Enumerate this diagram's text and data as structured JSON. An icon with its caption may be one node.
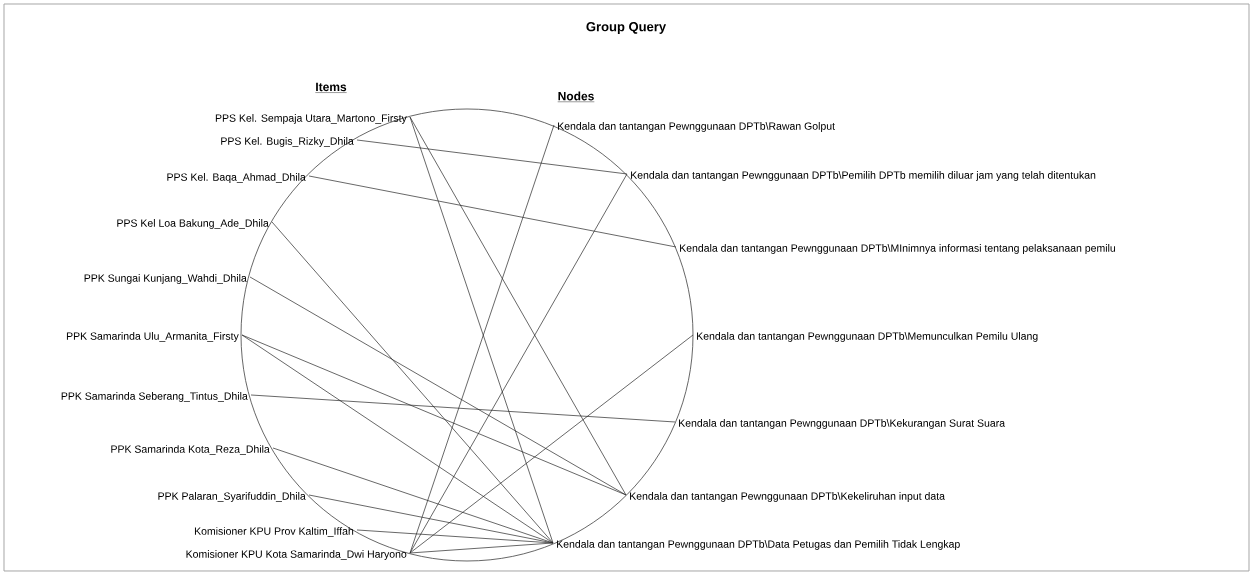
{
  "diagram": {
    "title": "Group Query",
    "nodes": [
      {
        "text": [
          "PPS Kel. Sempaja Utara_Martono_Firsty"
        ]
      },
      {
        "text": [
          "PPS Kel. Bugis_Rizky_Dhila"
        ]
      },
      {
        "text": [
          "PPS Kel. Baqa_Ahmad_Dhila"
        ]
      },
      {
        "text": [
          "PPS Kel Loa Bakung_Ade_Dhila"
        ]
      },
      {
        "text": [
          "PPK Sungai Kunjang_Wahdi_Dhila"
        ]
      },
      {
        "text": [
          "PPK Samarinda Ulu_Armanita_Firsty"
        ]
      },
      {
        "text": [
          "PPK Samarinda Seberang_Tintus_Dhila"
        ]
      },
      {
        "text": [
          "PPK Samarinda Kota_Reza_Dhila"
        ]
      },
      {
        "text": [
          "PPK Palaran_Syarifuddin_Dhila"
        ]
      },
      {
        "text": [
          "Komisioner KPU Prov Kaltim_Iffah"
        ]
      },
      {
        "text": [
          "Komisioner KPU Kota Samarinda_Dwi Haryono"
        ]
      },
      {
        "text": [
          "Kendala dan tantangan Pewnggunaan DPTb\\Rawan Golput"
        ]
      },
      {
        "text": [
          "Kendala dan tantangan Pewnggunaan DPTb\\Pemilih DPTb memilih diluar jam yang telah ditentukan"
        ]
      },
      {
        "text": [
          "Kendala dan tantangan Pewnggunaan DPTb\\MInimnya informasi tentang pelaksanaan pemilu"
        ]
      },
      {
        "text": [
          "Kendala dan tantangan Pewnggunaan DPTb\\Memunculkan Pemilu Ulang"
        ]
      },
      {
        "text": [
          "Kendala dan tantangan Pewnggunaan DPTb\\Kekurangan Surat Suara"
        ]
      },
      {
        "text": [
          "Kendala dan tantangan Pewnggunaan DPTb\\Kekeliruhan input data"
        ]
      },
      {
        "text": [
          "Kendala dan tantangan Pewnggunaan DPTb\\Data Petugas dan Pemilih Tidak Lengkap"
        ]
      }
    ],
    "edges": [
      {
        "from": 0,
        "to": 17,
        "arrow": "none"
      },
      {
        "from": 0,
        "to": 16,
        "arrow": "none"
      },
      {
        "from": 1,
        "to": 12,
        "arrow": "none"
      },
      {
        "from": 2,
        "to": 13,
        "arrow": "none"
      },
      {
        "from": 3,
        "to": 17,
        "arrow": "none"
      },
      {
        "from": 4,
        "to": 16,
        "arrow": "none"
      },
      {
        "from": 5,
        "to": 16,
        "arrow": "none"
      },
      {
        "from": 5,
        "to": 17,
        "arrow": "none"
      },
      {
        "from": 6,
        "to": 15,
        "arrow": "none"
      },
      {
        "from": 7,
        "to": 17,
        "arrow": "none"
      },
      {
        "from": 8,
        "to": 17,
        "arrow": "none"
      },
      {
        "from": 9,
        "to": 17,
        "arrow": "none"
      },
      {
        "from": 10,
        "to": 11,
        "arrow": "none"
      },
      {
        "from": 10,
        "to": 12,
        "arrow": "none"
      },
      {
        "from": 10,
        "to": 14,
        "arrow": "none"
      },
      {
        "from": 10,
        "to": 17,
        "arrow": "none"
      }
    ],
    "labels": [
      "Items",
      "Nodes"
    ]
  }
}
